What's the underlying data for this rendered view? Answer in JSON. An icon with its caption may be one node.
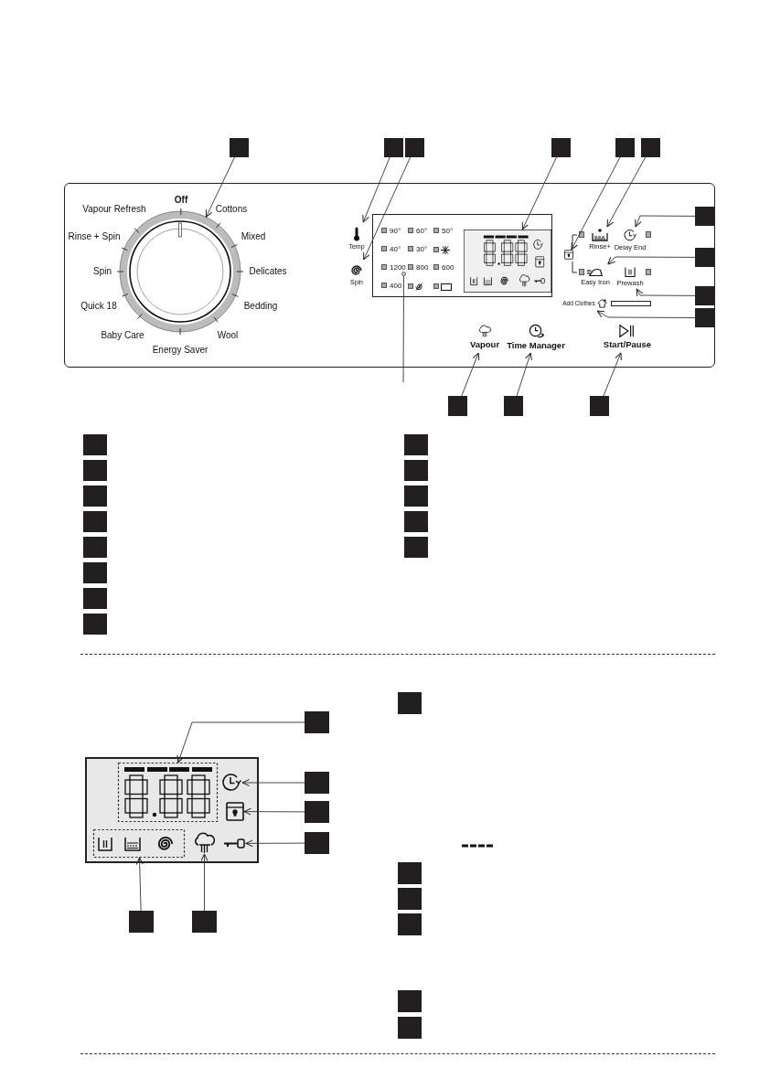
{
  "diagram": {
    "nodes": [
      {
        "text": [],
        "shape": "box"
      },
      {
        "text": [],
        "shape": "box"
      },
      {
        "text": [],
        "shape": "box"
      },
      {
        "text": [],
        "shape": "box"
      },
      {
        "text": [],
        "shape": "box"
      },
      {
        "text": [],
        "shape": "box"
      },
      {
        "text": [],
        "shape": "circle"
      },
      {
        "text": [
          "Temp"
        ]
      },
      {
        "text": [
          "Spin"
        ]
      },
      {
        "text": [],
        "shape": "box"
      },
      {
        "text": [],
        "shape": "lock"
      },
      {
        "text": [
          "Rinse+"
        ]
      },
      {
        "text": [
          "Delay End"
        ]
      },
      {
        "text": [],
        "shape": "box"
      },
      {
        "text": [
          "Easy Iron"
        ]
      },
      {
        "text": [],
        "shape": "box"
      },
      {
        "text": [
          "Prewash"
        ]
      },
      {
        "text": [],
        "shape": "box"
      },
      {
        "text": [
          "Add Clothes"
        ]
      },
      {
        "text": [],
        "shape": "box"
      },
      {
        "text": [
          "Vapour"
        ]
      },
      {
        "text": [
          "Time Manager"
        ]
      },
      {
        "text": [
          "Start/Pause"
        ]
      },
      {
        "text": [],
        "shape": "circle"
      },
      {
        "text": [],
        "shape": "box"
      },
      {
        "text": [],
        "shape": "box"
      },
      {
        "text": [],
        "shape": "box"
      },
      {
        "text": [],
        "shape": "box"
      },
      {
        "text": [],
        "shape": "box"
      },
      {
        "text": [],
        "shape": "box"
      },
      {
        "text": [],
        "shape": "box"
      },
      {
        "text": [],
        "shape": "box"
      },
      {
        "text": [],
        "shape": "box"
      },
      {
        "text": [],
        "shape": "box"
      },
      {
        "text": [],
        "shape": "box"
      },
      {
        "text": [],
        "shape": "box"
      },
      {
        "text": [],
        "shape": "box"
      },
      {
        "text": [],
        "shape": "box"
      },
      {
        "text": [],
        "shape": "box"
      },
      {
        "text": [],
        "shape": "box"
      },
      {
        "text": [],
        "shape": "box"
      },
      {
        "text": [],
        "shape": "box",
        "in": 40
      },
      {
        "text": [],
        "shape": "clock",
        "in": 40
      },
      {
        "text": [],
        "shape": "lock",
        "in": 40
      },
      {
        "text": [],
        "shape": "key",
        "in": 40
      },
      {
        "text": [],
        "shape": "box",
        "in": 40
      },
      {
        "text": [],
        "shape": "cloud",
        "in": 40
      },
      {
        "text": [],
        "shape": "box"
      },
      {
        "text": [],
        "shape": "box"
      },
      {
        "text": [],
        "shape": "box"
      },
      {
        "text": [],
        "shape": "box"
      },
      {
        "text": [],
        "shape": "box"
      },
      {
        "text": [],
        "shape": "box"
      },
      {
        "text": [],
        "shape": "box"
      },
      {
        "text": [],
        "shape": "box"
      },
      {
        "text": [],
        "shape": "box"
      },
      {
        "text": [],
        "shape": "box"
      },
      {
        "text": [],
        "shape": "box"
      },
      {
        "text": [],
        "shape": "box"
      }
    ],
    "edges": [
      {
        "from": 0,
        "to": 6,
        "arrow": "to"
      },
      {
        "from": 1,
        "to": 7,
        "arrow": "to"
      },
      {
        "from": 2,
        "to": 8,
        "arrow": "to"
      },
      {
        "from": 3,
        "to": 9,
        "arrow": "to"
      },
      {
        "from": 4,
        "to": 10,
        "arrow": "to"
      },
      {
        "from": 5,
        "to": 11,
        "arrow": "to"
      },
      {
        "from": 13,
        "to": 12,
        "arrow": "to"
      },
      {
        "from": 15,
        "to": 14,
        "arrow": "to"
      },
      {
        "from": 17,
        "to": 16,
        "arrow": "to"
      },
      {
        "from": 19,
        "to": 18,
        "arrow": "to"
      },
      {
        "from": 24,
        "to": 20,
        "arrow": "to"
      },
      {
        "from": 25,
        "to": 21,
        "arrow": "to"
      },
      {
        "from": 26,
        "to": 22,
        "arrow": "to"
      },
      {
        "from": 23,
        "to": null,
        "arrow": "none"
      },
      {
        "from": 47,
        "to": 41,
        "arrow": "to"
      },
      {
        "from": 48,
        "to": 42,
        "arrow": "to"
      },
      {
        "from": 49,
        "to": 43,
        "arrow": "to"
      },
      {
        "from": 50,
        "to": 44,
        "arrow": "to"
      },
      {
        "from": 51,
        "to": 45,
        "arrow": "to"
      },
      {
        "from": 52,
        "to": 46,
        "arrow": "to"
      }
    ],
    "labels": [
      "Off",
      "Vapour Refresh",
      "Cottons",
      "Rinse + Spin",
      "Mixed",
      "Spin",
      "Delicates",
      "Quick 18",
      "Bedding",
      "Baby Care",
      "Wool",
      "Energy Saver",
      "90°",
      "60°",
      "50°",
      "40°",
      "30°",
      "1200",
      "800",
      "600",
      "400"
    ]
  }
}
